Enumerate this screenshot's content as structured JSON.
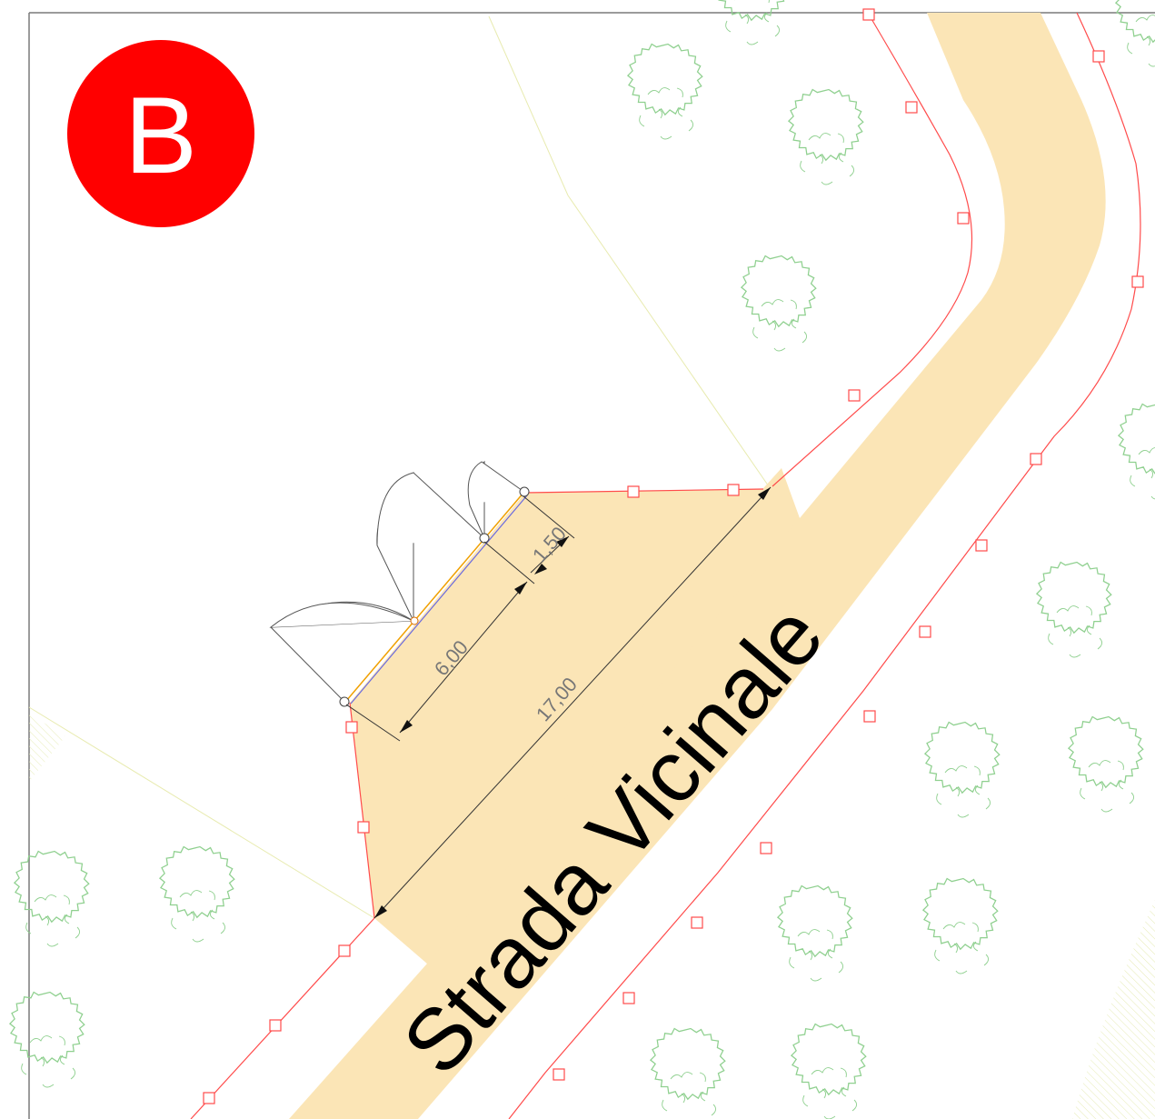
{
  "badge": {
    "letter": "B",
    "color": "#ff0000"
  },
  "road": {
    "name": "Strada Vicinale",
    "fill": "#fbe5b6"
  },
  "dimensions": {
    "gate_depth": "1,50",
    "gate_width": "6,00",
    "frontage": "17,00"
  },
  "colors": {
    "boundary": "#ff4b4b",
    "trees": "#8fd08f",
    "frame": "#7a7a7a"
  },
  "icons": {
    "tree": "tree-canopy-icon",
    "boundary_marker": "square-marker-icon"
  }
}
